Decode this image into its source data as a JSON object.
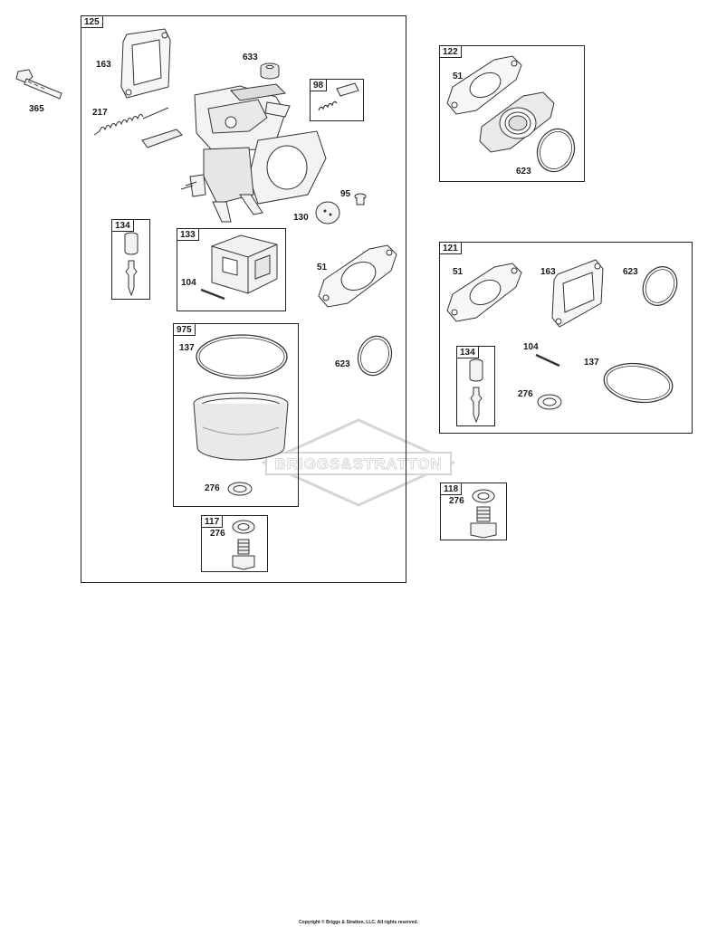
{
  "watermark": {
    "brand": "BRIGGS&STRATTON"
  },
  "copyright": "Copyright © Briggs & Stratton, LLC. All rights reserved.",
  "loose": {
    "bolt": "365"
  },
  "group125": {
    "tag": "125",
    "labels": {
      "gasket": "163",
      "spring": "217",
      "cap": "633",
      "shaft": "130",
      "screw": "95",
      "gasket51": "51",
      "ring623": "623"
    },
    "kit98": "98",
    "kit134": "134",
    "kit133": {
      "tag": "133",
      "pin": "104"
    },
    "kit975": {
      "tag": "975",
      "oring": "137",
      "washer": "276"
    },
    "kit117": {
      "tag": "117",
      "washer": "276"
    }
  },
  "group122": {
    "tag": "122",
    "gasket": "51",
    "ring": "623"
  },
  "group121": {
    "tag": "121",
    "gasket51": "51",
    "gasket163": "163",
    "ring623": "623",
    "kit134": "134",
    "pin": "104",
    "oring": "137",
    "washer": "276"
  },
  "group118": {
    "tag": "118",
    "washer": "276"
  }
}
